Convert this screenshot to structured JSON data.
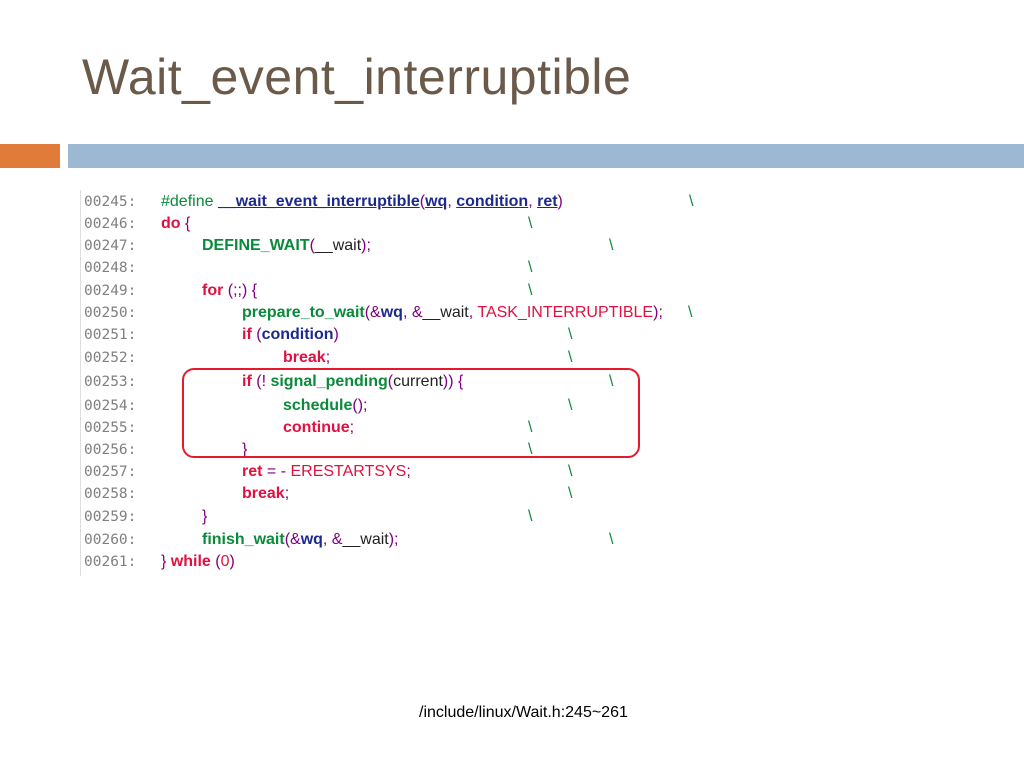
{
  "slide": {
    "title": "Wait_event_interruptible",
    "caption": "/include/linux/Wait.h:245~261"
  },
  "colors": {
    "title": "#6b5a4a",
    "accent_bar": "#e07b39",
    "main_bar": "#9db8d2",
    "highlight_border": "#e8182c",
    "keyword": "#e01040",
    "function": "#0a8a3a",
    "parameter": "#1c2a8c",
    "punctuation": "#800080"
  },
  "code": {
    "lines": [
      {
        "number": "00245:",
        "indent": 0,
        "continuation": "\\",
        "tokens": [
          {
            "t": "#define ",
            "c": "directive"
          },
          {
            "t": "__wait_event_interruptible",
            "c": "func-blue"
          },
          {
            "t": "(",
            "c": "punct"
          },
          {
            "t": "wq",
            "c": "param"
          },
          {
            "t": ", ",
            "c": "punct"
          },
          {
            "t": "condition",
            "c": "param"
          },
          {
            "t": ", ",
            "c": "punct"
          },
          {
            "t": "ret",
            "c": "param"
          },
          {
            "t": ")",
            "c": "punct"
          }
        ]
      },
      {
        "number": "00246:",
        "indent": 0,
        "continuation": "\\",
        "tokens": [
          {
            "t": "do",
            "c": "keyword"
          },
          {
            "t": " {",
            "c": "punct"
          }
        ]
      },
      {
        "number": "00247:",
        "indent": 1,
        "continuation": "\\",
        "tokens": [
          {
            "t": "DEFINE_WAIT",
            "c": "macro"
          },
          {
            "t": "(",
            "c": "punct"
          },
          {
            "t": "__wait",
            "c": "ident"
          },
          {
            "t": ");",
            "c": "punct"
          }
        ]
      },
      {
        "number": "00248:",
        "indent": 0,
        "continuation": "\\",
        "tokens": []
      },
      {
        "number": "00249:",
        "indent": 1,
        "continuation": "\\",
        "tokens": [
          {
            "t": "for",
            "c": "keyword"
          },
          {
            "t": " (;;) {",
            "c": "punct"
          }
        ]
      },
      {
        "number": "00250:",
        "indent": 2,
        "continuation": "\\",
        "tokens": [
          {
            "t": "prepare_to_wait",
            "c": "func"
          },
          {
            "t": "(&",
            "c": "punct"
          },
          {
            "t": "wq",
            "c": "ident-blue"
          },
          {
            "t": ", &",
            "c": "punct"
          },
          {
            "t": "__wait",
            "c": "ident"
          },
          {
            "t": ", ",
            "c": "punct"
          },
          {
            "t": "TASK_INTERRUPTIBLE",
            "c": "const"
          },
          {
            "t": ");",
            "c": "punct"
          }
        ]
      },
      {
        "number": "00251:",
        "indent": 2,
        "continuation": "\\",
        "tokens": [
          {
            "t": "if",
            "c": "keyword"
          },
          {
            "t": " (",
            "c": "punct"
          },
          {
            "t": "condition",
            "c": "ident-blue"
          },
          {
            "t": ")",
            "c": "punct"
          }
        ]
      },
      {
        "number": "00252:",
        "indent": 3,
        "continuation": "\\",
        "tokens": [
          {
            "t": "break",
            "c": "keyword"
          },
          {
            "t": ";",
            "c": "punct"
          }
        ]
      },
      {
        "number": "00253:",
        "indent": 2,
        "continuation": "\\",
        "tokens": [
          {
            "t": "if",
            "c": "keyword"
          },
          {
            "t": " (",
            "c": "punct"
          },
          {
            "t": "! ",
            "c": "punct"
          },
          {
            "t": "signal_pending",
            "c": "func-blue-plain"
          },
          {
            "t": "(",
            "c": "punct"
          },
          {
            "t": "current",
            "c": "ident"
          },
          {
            "t": ")) {",
            "c": "punct"
          }
        ]
      },
      {
        "number": "00254:",
        "indent": 3,
        "continuation": "\\",
        "tokens": [
          {
            "t": "schedule",
            "c": "func"
          },
          {
            "t": "();",
            "c": "punct"
          }
        ]
      },
      {
        "number": "00255:",
        "indent": 3,
        "continuation": "\\",
        "tokens": [
          {
            "t": "continue",
            "c": "keyword"
          },
          {
            "t": ";",
            "c": "punct"
          }
        ]
      },
      {
        "number": "00256:",
        "indent": 2,
        "continuation": "\\",
        "tokens": [
          {
            "t": "}",
            "c": "punct"
          }
        ]
      },
      {
        "number": "00257:",
        "indent": 2,
        "continuation": "\\",
        "tokens": [
          {
            "t": "ret",
            "c": "keyword"
          },
          {
            "t": " = - ",
            "c": "punct"
          },
          {
            "t": "ERESTARTSYS",
            "c": "const"
          },
          {
            "t": ";",
            "c": "punct"
          }
        ]
      },
      {
        "number": "00258:",
        "indent": 2,
        "continuation": "\\",
        "tokens": [
          {
            "t": "break",
            "c": "keyword"
          },
          {
            "t": ";",
            "c": "punct"
          }
        ]
      },
      {
        "number": "00259:",
        "indent": 1,
        "continuation": "\\",
        "tokens": [
          {
            "t": "}",
            "c": "punct"
          }
        ]
      },
      {
        "number": "00260:",
        "indent": 1,
        "continuation": "\\",
        "tokens": [
          {
            "t": "finish_wait",
            "c": "func"
          },
          {
            "t": "(&",
            "c": "punct"
          },
          {
            "t": "wq",
            "c": "ident-blue"
          },
          {
            "t": ", &",
            "c": "punct"
          },
          {
            "t": "__wait",
            "c": "ident"
          },
          {
            "t": ");",
            "c": "punct"
          }
        ]
      },
      {
        "number": "00261:",
        "indent": 0,
        "continuation": "",
        "tokens": [
          {
            "t": "} ",
            "c": "punct"
          },
          {
            "t": "while",
            "c": "keyword"
          },
          {
            "t": " (",
            "c": "punct"
          },
          {
            "t": "0",
            "c": "number"
          },
          {
            "t": ")",
            "c": "punct"
          }
        ]
      }
    ]
  }
}
